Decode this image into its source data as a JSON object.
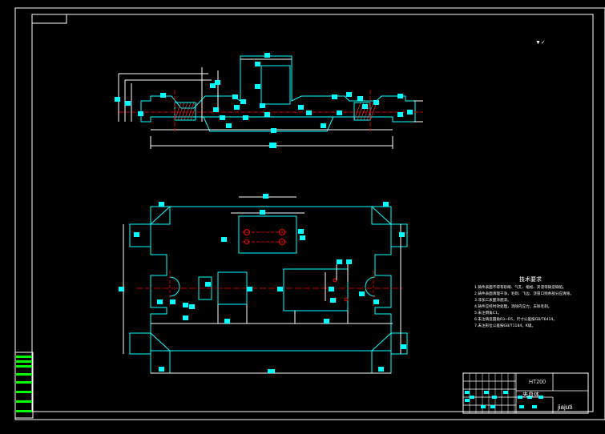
{
  "drawing": {
    "colors": {
      "background": "#000000",
      "frame": "#ffffff",
      "geometry": "#00ffff",
      "dims": "#ffffff",
      "centerline": "#ff0000",
      "dim_marker": "#00ffff",
      "hatch": "#ff4040",
      "sidebar": "#00ff00"
    },
    "technical_notes": {
      "title": "技术要求",
      "lines": [
        "1.铸件表面不得有砂眼、气孔、缩松、夹渣等铸造缺陷。",
        "2.铸件表面清理干净，毛刺、飞边、浇冒口残余部分应清除。",
        "3.非加工表面涂底漆。",
        "4.铸件应经时效处理，消除内应力，去除毛刺。",
        "5.未注倒角C1。",
        "6.未注铸造圆角R3~R5，尺寸公差按GB/T6414。",
        "7.未注形位公差按GB/T1184，K级。"
      ]
    },
    "title_block": {
      "material": "HT200",
      "name": "夹具体",
      "company": "jiajuti"
    },
    "roughness_symbol": "▼✓"
  }
}
